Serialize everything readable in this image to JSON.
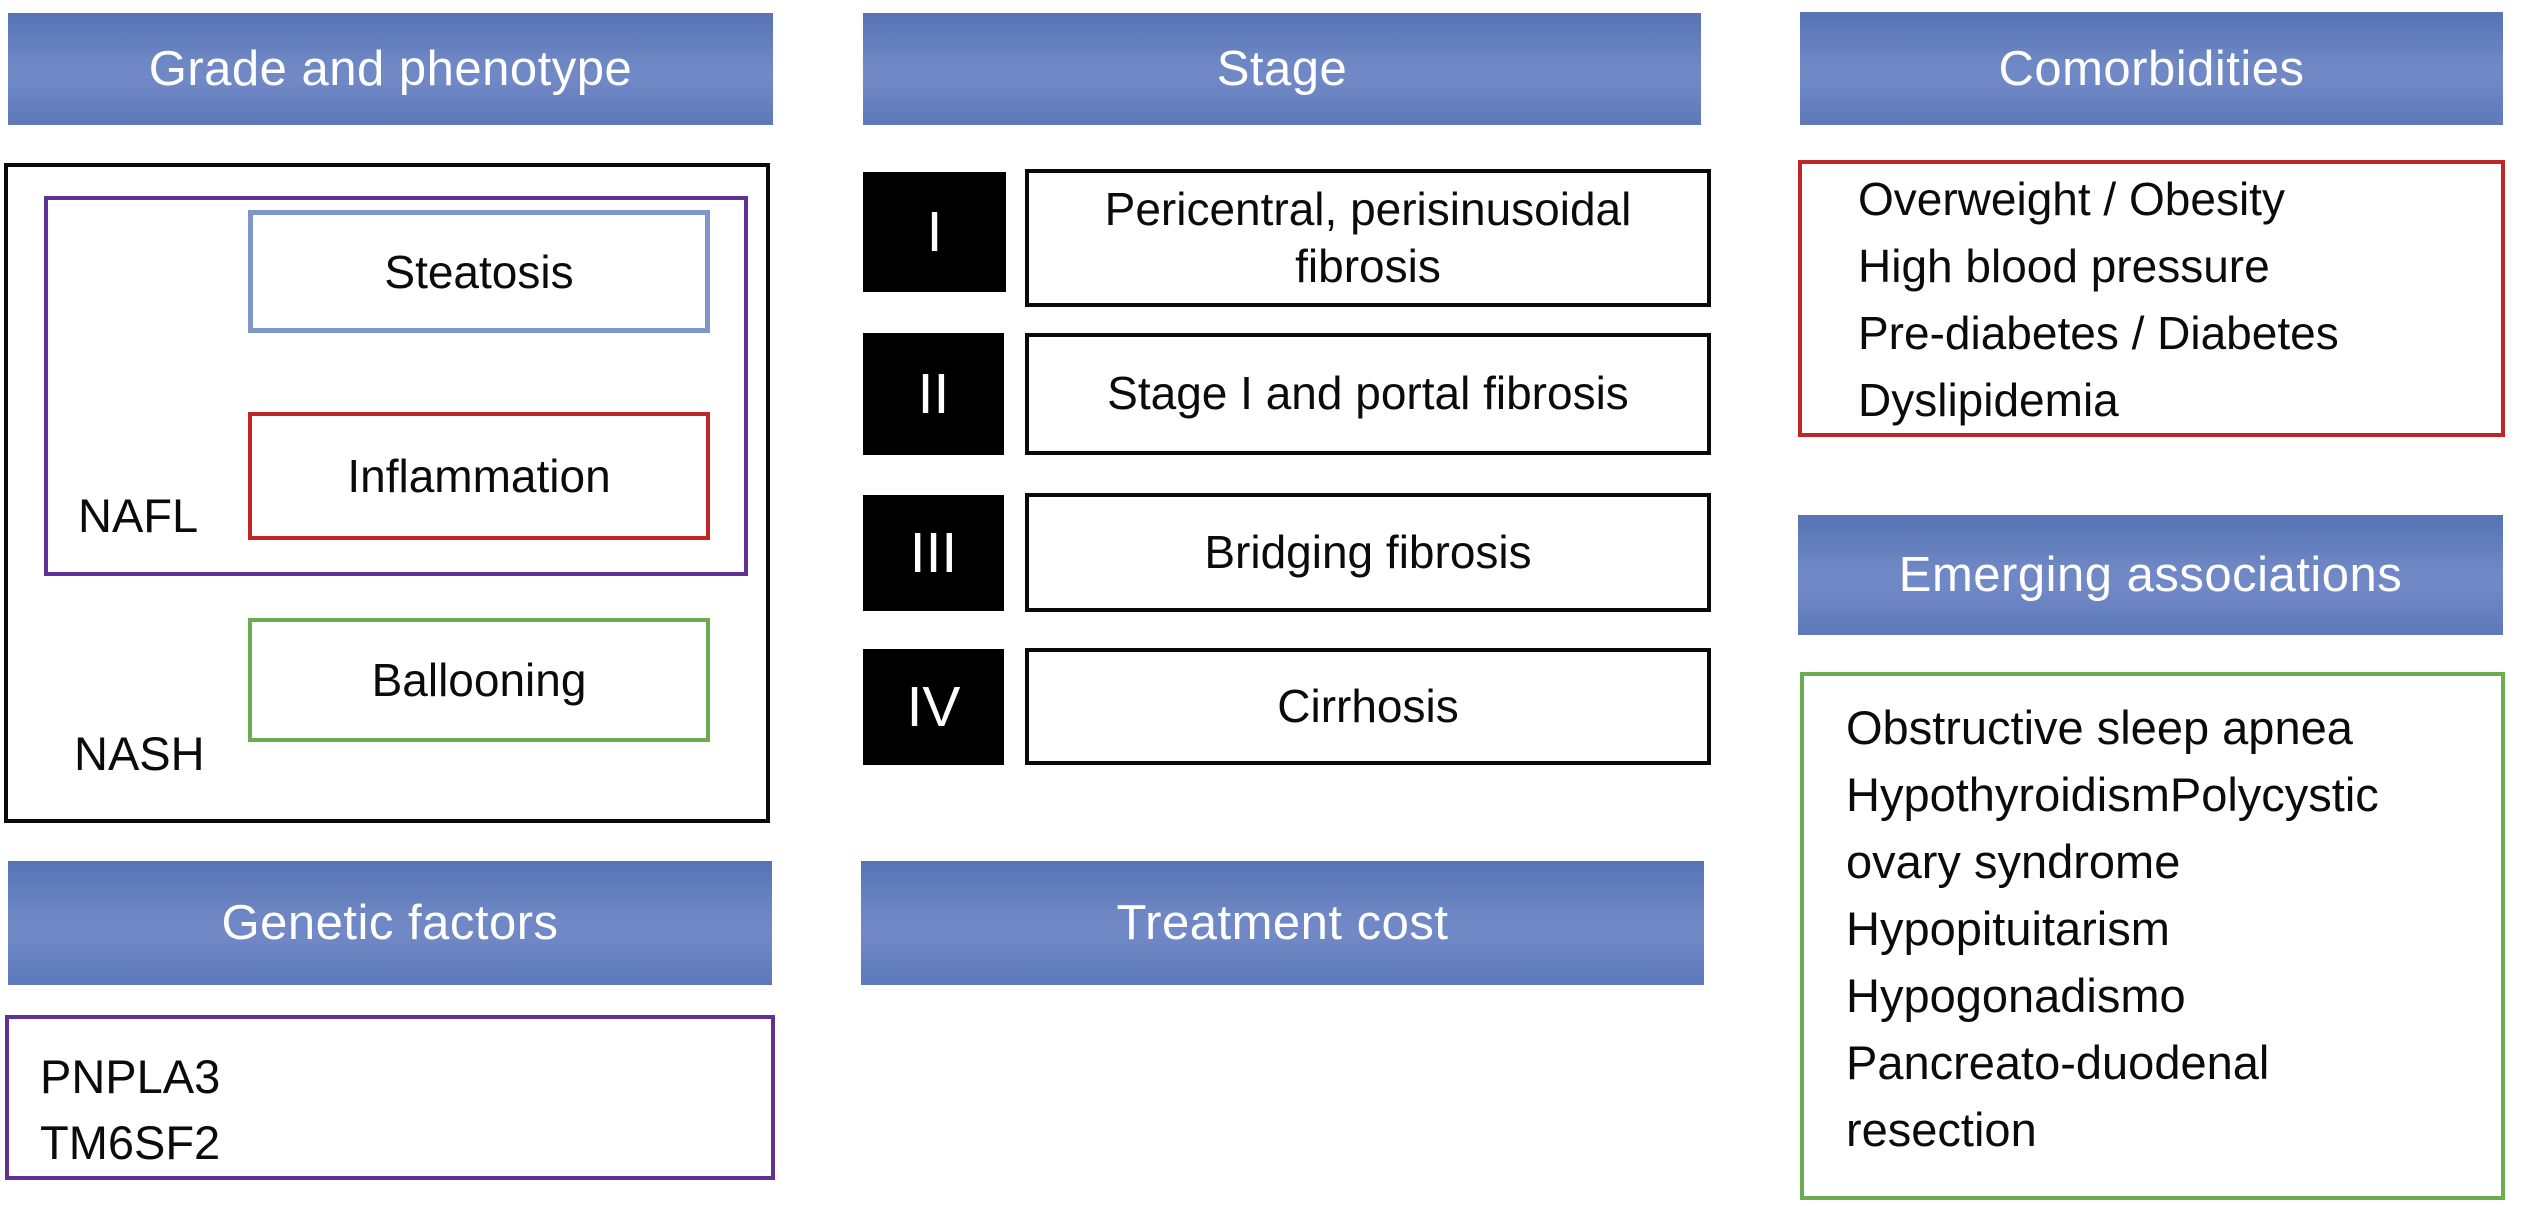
{
  "left": {
    "header": "Grade and phenotype",
    "steatosis_label": "Steatosis",
    "inflammation_label": "Inflammation",
    "ballooning_label": "Ballooning",
    "nafl_label": "NAFL",
    "nash_label": "NASH",
    "genetic_header": "Genetic factors",
    "genetic_genes": [
      "PNPLA3",
      "TM6SF2"
    ]
  },
  "middle": {
    "header": "Stage",
    "rows": [
      {
        "numeral": "I",
        "label": "Pericentral, perisinusoidal fibrosis"
      },
      {
        "numeral": "II",
        "label": "Stage I and portal fibrosis"
      },
      {
        "numeral": "III",
        "label": "Bridging fibrosis"
      },
      {
        "numeral": "IV",
        "label": "Cirrhosis"
      }
    ],
    "treatment_header": "Treatment cost"
  },
  "right": {
    "header": "Comorbidities",
    "comorbidity_lines": [
      "Overweight / Obesity",
      "High blood pressure",
      "Pre-diabetes / Diabetes",
      "Dyslipidemia"
    ],
    "emerging_header": "Emerging associations",
    "emerging_lines": [
      "Obstructive sleep apnea",
      "HypothyroidismPolycystic",
      "ovary syndrome",
      "Hypopituitarism",
      "Hypogonadismo",
      "Pancreato-duodenal",
      "resection"
    ]
  },
  "colors": {
    "header_blue_top": "#5673b3",
    "header_blue_mid": "#7289c7",
    "header_blue_bottom": "#5d79b9",
    "purple_border": "#5e3192",
    "blue_border": "#8096c8",
    "red_border": "#bf2727",
    "green_border": "#6cab4f",
    "stage_square_bg": "#000000",
    "text_color": "#0b0b0b"
  }
}
